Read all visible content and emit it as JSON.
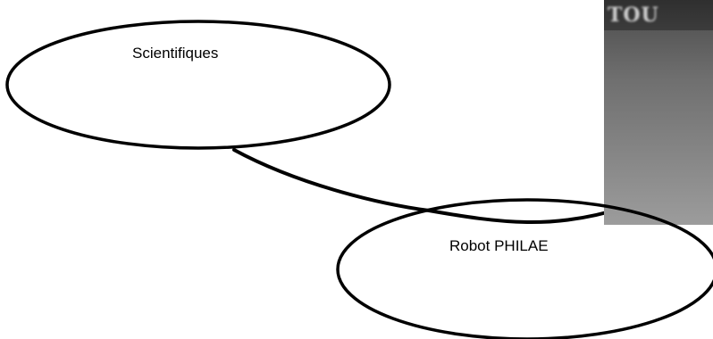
{
  "diagram": {
    "nodes": [
      {
        "id": "scientifiques",
        "label": "Scientifiques"
      },
      {
        "id": "robot-philae",
        "label": "Robot PHILAE"
      }
    ],
    "edges": [
      {
        "from": "scientifiques",
        "to": "robot-philae"
      }
    ]
  },
  "photo": {
    "partial_text": "TOU"
  },
  "colors": {
    "stroke": "#000000",
    "background": "#ffffff",
    "photo_gray": "#7a7a7a"
  }
}
